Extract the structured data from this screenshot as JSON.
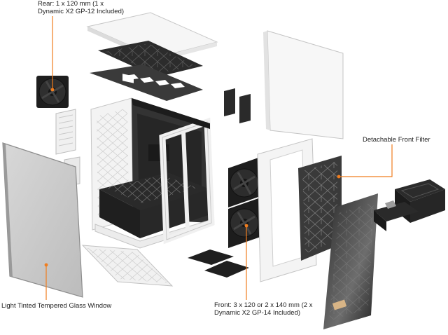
{
  "callouts": {
    "rear_fan": [
      "Rear: 1 x 120 mm (1 x",
      "Dynamic X2 GP-12 Included)"
    ],
    "glass_panel": [
      "Light Tinted Tempered Glass Window"
    ],
    "front_fans": [
      "Front: 3 x 120 or 2 x 140 mm (2 x",
      "Dynamic X2 GP-14 Included)"
    ],
    "front_filter": [
      "Detachable Front Filter"
    ]
  },
  "colors": {
    "leader_line": "#f07d1e",
    "panel_white": "#f4f4f4",
    "frame_dark": "#2a2a2a",
    "filter_dark": "#3a3a3a"
  }
}
